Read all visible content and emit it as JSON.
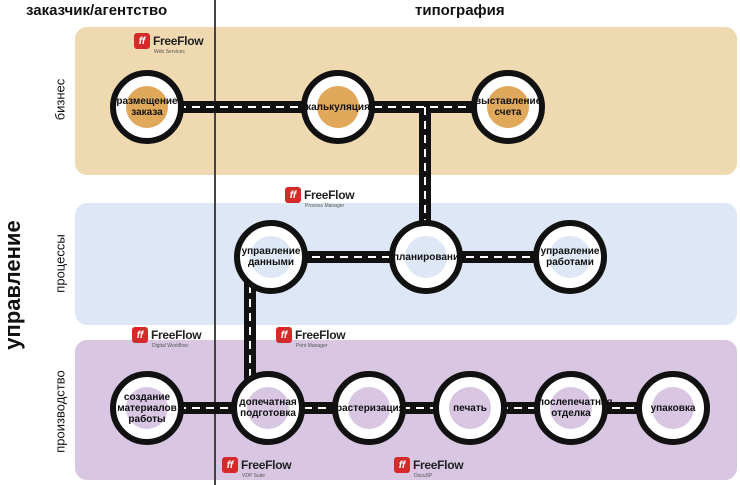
{
  "headers": {
    "left": "заказчик/агентство",
    "right": "типография"
  },
  "side": {
    "main": "управление",
    "rows": [
      "бизнес",
      "процессы",
      "производство"
    ]
  },
  "nodes": {
    "placement": "размещение заказа",
    "calc": "калькуляция",
    "billing": "выставление счета",
    "data_mgmt": "управление данными",
    "planning": "планирование",
    "job_mgmt": "управление работами",
    "create": "создание материалов работы",
    "prepress": "допечатная подготовка",
    "rip": "растеризация",
    "print": "печать",
    "finishing": "послепечатная отделка",
    "packing": "упаковка"
  },
  "logos": {
    "brand": "FreeFlow",
    "web": "Web Services",
    "process": "Process Manager",
    "digital": "Digital Workflow",
    "print_mgr": "Print Manager",
    "vdp": "VDP Suite",
    "docusp": "DocuSP"
  },
  "colors": {
    "business": "#efd9b0",
    "processes": "#dde7f6",
    "production": "#d8c6e3",
    "accent": "#e0a85a",
    "logo": "#d42a2a"
  }
}
